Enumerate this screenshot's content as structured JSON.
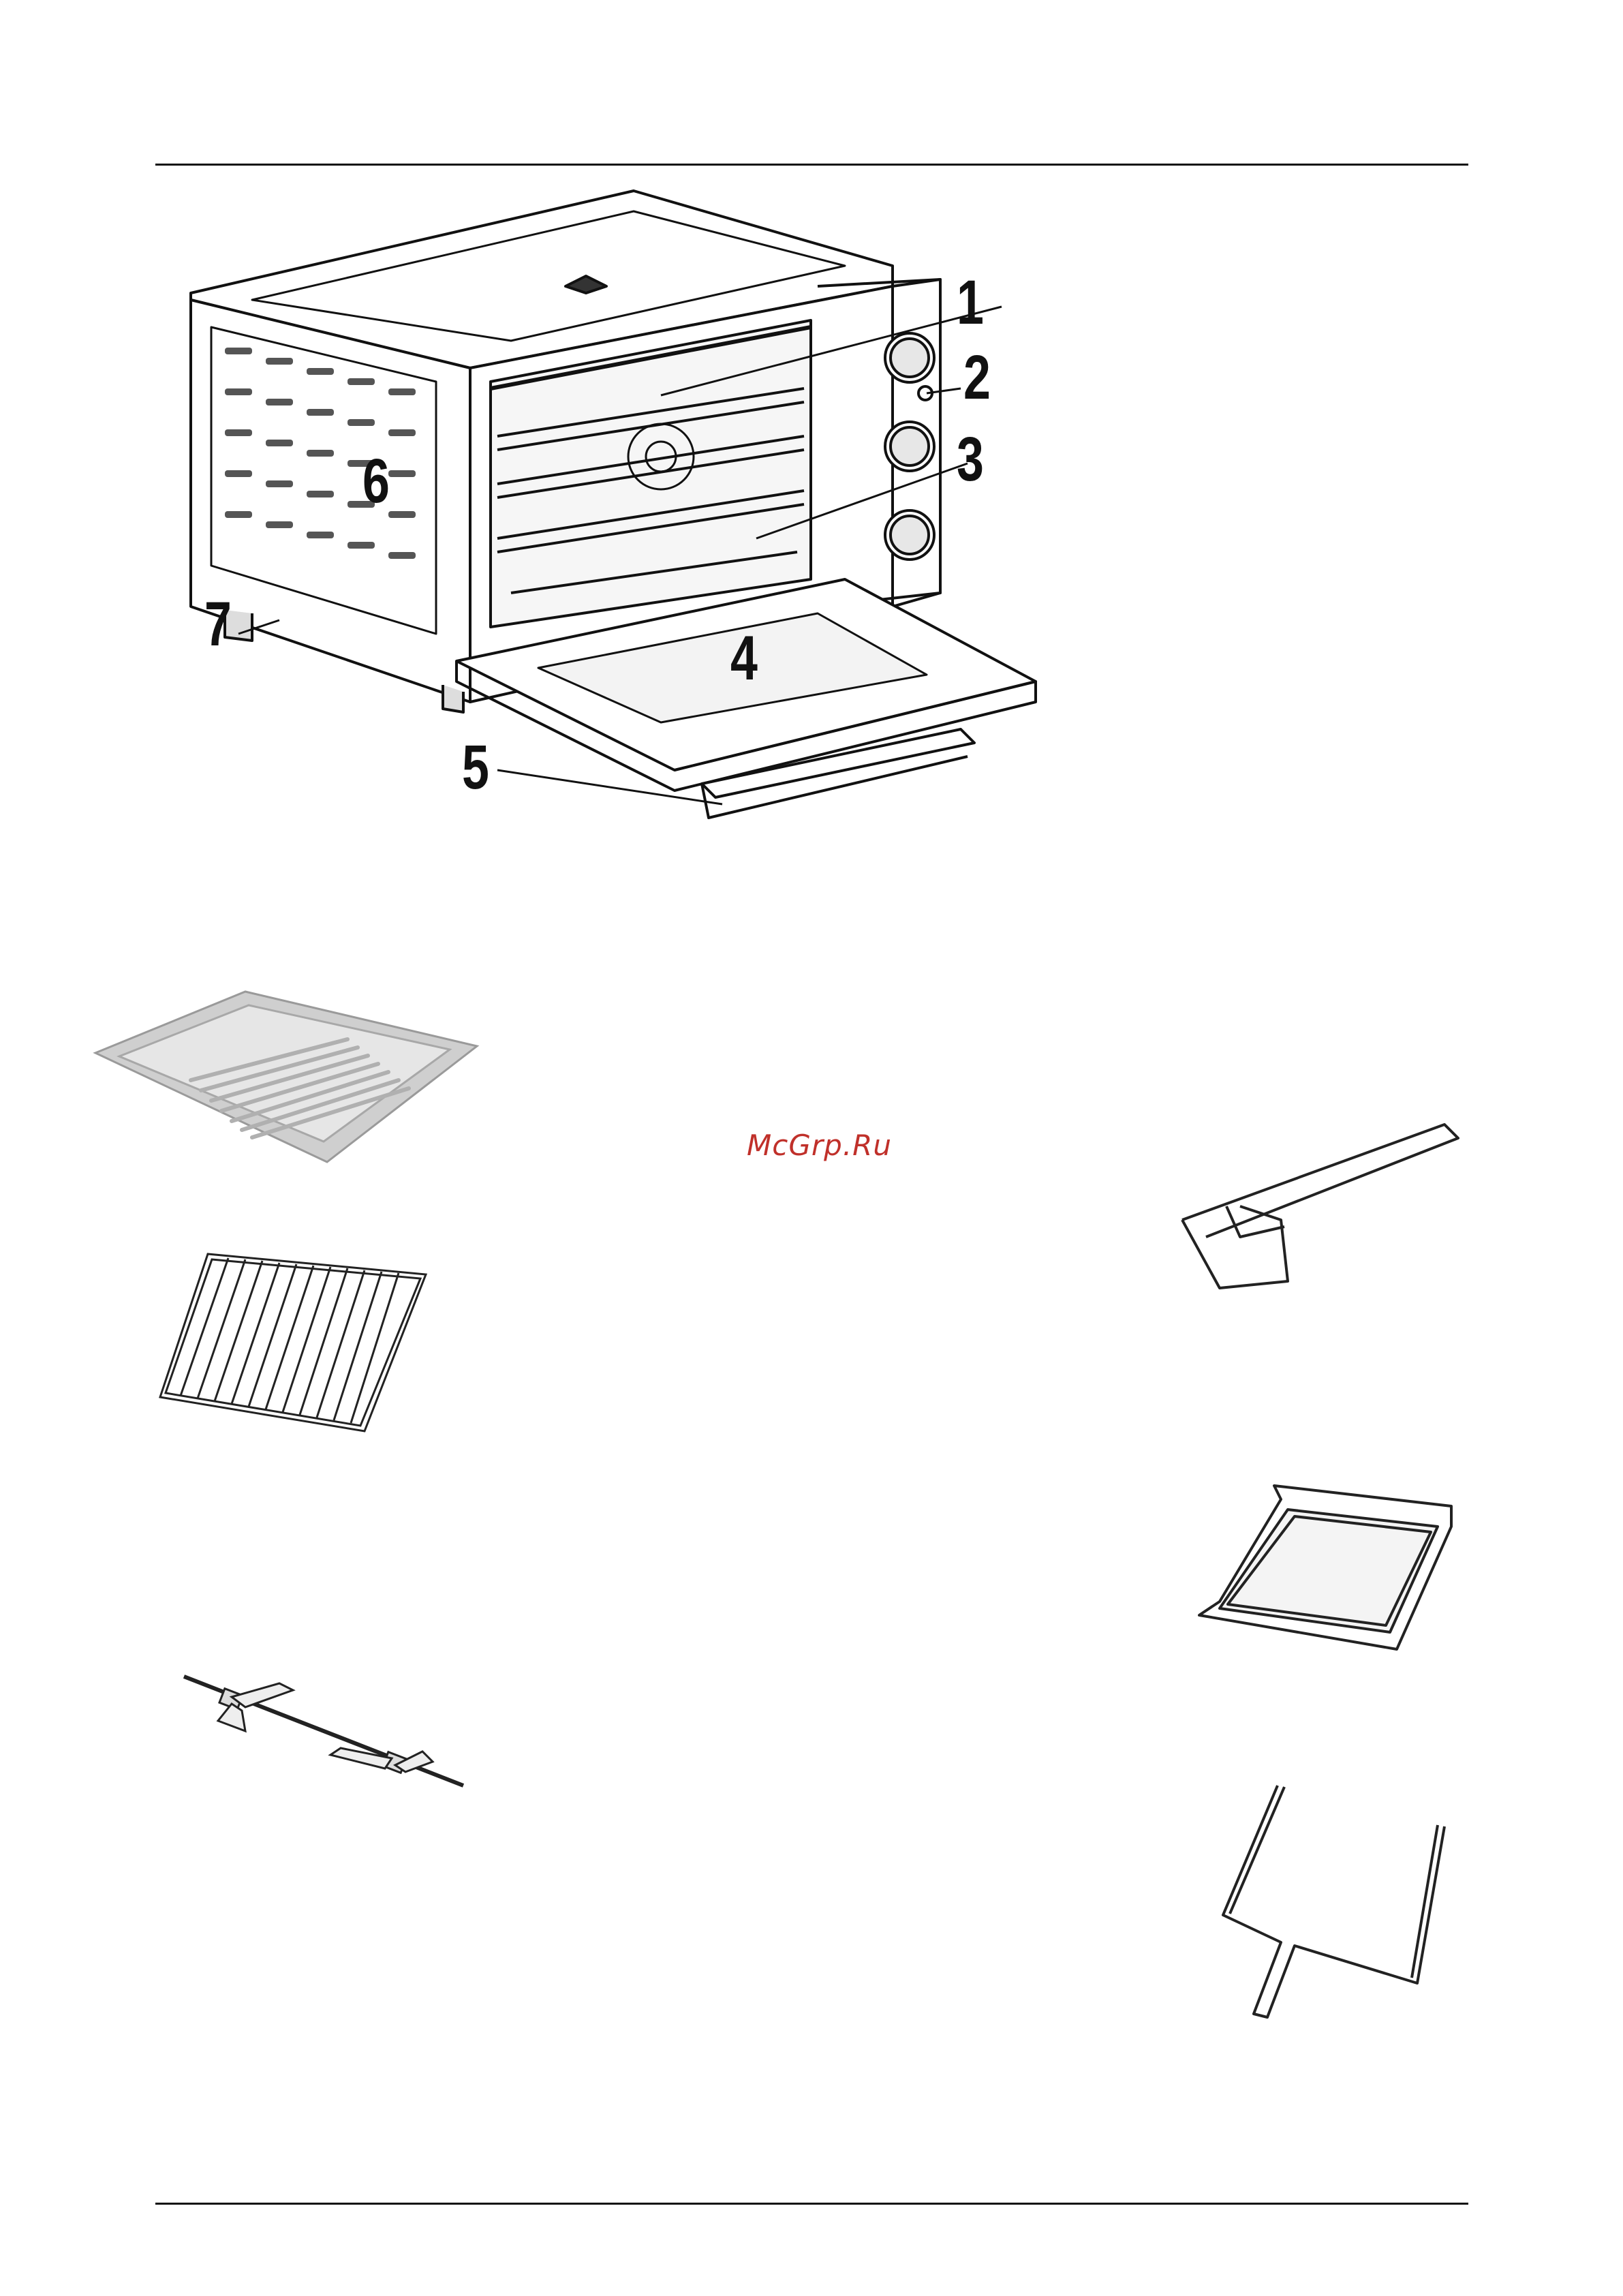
{
  "figure": {
    "callouts": [
      "1",
      "2",
      "3",
      "4",
      "5",
      "6",
      "7"
    ]
  },
  "watermark": "McGrp.Ru",
  "accessories": [
    {
      "icon": "baking-tray-icon"
    },
    {
      "icon": "wire-rack-icon"
    },
    {
      "icon": "rotisserie-spit-icon"
    },
    {
      "icon": "tray-handle-icon"
    },
    {
      "icon": "crumb-tray-icon"
    },
    {
      "icon": "rotisserie-handle-icon"
    }
  ],
  "colors": {
    "line": "#111111",
    "metal_light": "#e4e4e4",
    "metal_mid": "#bdbdbd",
    "watermark": "#c0302a"
  }
}
